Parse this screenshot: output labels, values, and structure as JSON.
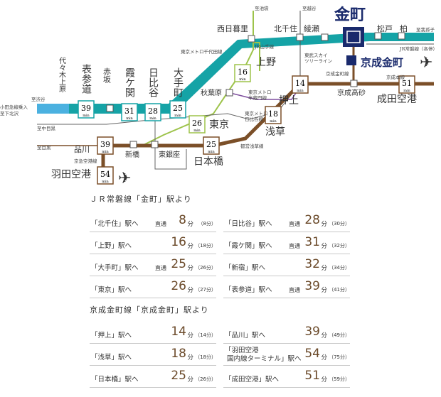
{
  "map": {
    "colors": {
      "jr_teal": "#15a3a6",
      "metro_blue": "#4bb1e0",
      "kanmachi_navy": "#1a2a6c",
      "brown": "#7b4f28",
      "green": "#9dc34a",
      "purple": "#7e4f9e",
      "dark": "#555555"
    },
    "main_station": "金町",
    "main_station2": "京成金町",
    "stations": {
      "nishinippori": "西日暮里",
      "kitasenju": "北千住",
      "ayase": "綾瀬",
      "matsudo": "松戸",
      "kashiwa": "柏",
      "ueno": "上野",
      "akihabara": "秋葉原",
      "tokyo": "東京",
      "otemachi": "大手町",
      "hibiya": "日比谷",
      "kasumigaseki": "霞ケ関",
      "akasaka": "赤坂",
      "omotesando": "表参道",
      "yoyogi": "代々木上原",
      "oshiage": "押上",
      "asakusa": "浅草",
      "keiseitakasago": "京成高砂",
      "narita": "成田空港",
      "nihonbashi": "日本橋",
      "higashiginza": "東銀座",
      "shinbashi": "新橋",
      "shinagawa": "品川",
      "haneda": "羽田空港"
    },
    "line_labels": {
      "ikebukuro": "至池袋",
      "koshigaya": "至越谷",
      "abiko": "至我孫子",
      "joban": "JR常磐線（各停）",
      "chiyoda": "東京メトロ千代田線",
      "yamanote": "JR山手線",
      "skytree_l1": "東武スカイ",
      "skytree_l2": "ツリーライン",
      "kanamachi_line": "京成金町線",
      "keisei_main": "京成本線",
      "hanzomon_l1": "東京メトロ",
      "hanzomon_l2": "半蔵門線",
      "hibiya_l1": "東京メトロ",
      "hibiya_l2": "日比谷線",
      "asakusa_line": "都営浅草線",
      "keikyu_airport": "京急空港線",
      "shibuya": "至渋谷",
      "odakyu_l1": "小田急線乗入",
      "odakyu_l2": "至下北沢",
      "nakameguro": "至中目黒",
      "meguro": "至目黒"
    },
    "times": {
      "otemachi": "25",
      "hibiya": "28",
      "kasumigaseki": "31",
      "omotesando": "39",
      "ueno": "16",
      "tokyo": "26",
      "oshiage": "14",
      "asakusa": "18",
      "nihonbashi": "25",
      "shinagawa": "39",
      "haneda": "54",
      "narita": "51"
    },
    "min_label": "min"
  },
  "jr": {
    "title": "ＪＲ常磐線「金町」駅より",
    "left": [
      {
        "dest": "「北千住」駅へ",
        "pre": "直通",
        "min": "8",
        "unit": "分",
        "alt": "（8分）"
      },
      {
        "dest": "「上野」駅へ",
        "pre": "",
        "min": "16",
        "unit": "分",
        "alt": "（18分）"
      },
      {
        "dest": "「大手町」駅へ",
        "pre": "直通",
        "min": "25",
        "unit": "分",
        "alt": "（26分）"
      },
      {
        "dest": "「東京」駅へ",
        "pre": "",
        "min": "26",
        "unit": "分",
        "alt": "（27分）"
      }
    ],
    "right": [
      {
        "dest": "「日比谷」駅へ",
        "pre": "直通",
        "min": "28",
        "unit": "分",
        "alt": "（30分）"
      },
      {
        "dest": "「霞ケ関」駅へ",
        "pre": "直通",
        "min": "31",
        "unit": "分",
        "alt": "（32分）"
      },
      {
        "dest": "「新宿」駅へ",
        "pre": "",
        "min": "32",
        "unit": "分",
        "alt": "（34分）"
      },
      {
        "dest": "「表参道」駅へ",
        "pre": "直通",
        "min": "39",
        "unit": "分",
        "alt": "（41分）"
      }
    ]
  },
  "keisei": {
    "title": "京成金町線「京成金町」駅より",
    "left": [
      {
        "dest": "「押上」駅へ",
        "pre": "",
        "min": "14",
        "unit": "分",
        "alt": "（14分）"
      },
      {
        "dest": "「浅草」駅へ",
        "pre": "",
        "min": "18",
        "unit": "分",
        "alt": "（18分）"
      },
      {
        "dest": "「日本橋」駅へ",
        "pre": "",
        "min": "25",
        "unit": "分",
        "alt": "（26分）"
      }
    ],
    "right": [
      {
        "dest": "「品川」駅へ",
        "pre": "",
        "min": "39",
        "unit": "分",
        "alt": "（49分）"
      },
      {
        "dest": "「羽田空港\n 国内線ターミナル」駅へ",
        "pre": "",
        "min": "54",
        "unit": "分",
        "alt": "（75分）"
      },
      {
        "dest": "「成田空港」駅へ",
        "pre": "",
        "min": "51",
        "unit": "分",
        "alt": "（59分）"
      }
    ]
  }
}
